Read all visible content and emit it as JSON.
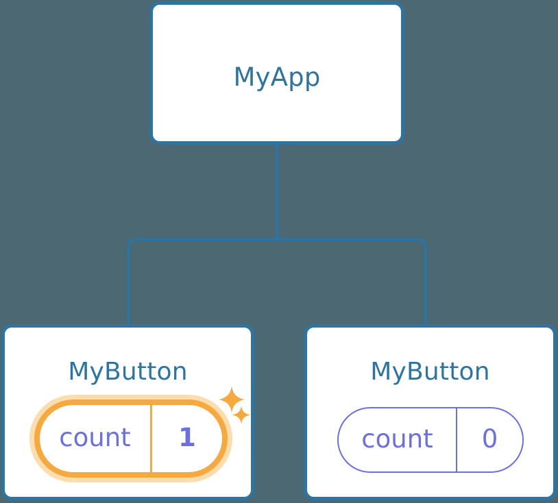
{
  "theme": {
    "background": "#4C6873",
    "card_background": "#FFFFFF",
    "card_border": "#2E74A0",
    "connector": "#2E74A0",
    "title_text": "#2E74A0",
    "state_text": "#6B6FE0",
    "highlight_ring": "#F5A93F",
    "highlight_glow": "#FBDDAE",
    "sparkle": "#F5A93F"
  },
  "tree": {
    "root": {
      "title": "MyApp"
    },
    "children": [
      {
        "title": "MyButton",
        "highlighted": true,
        "state": {
          "key": "count",
          "value": "1"
        },
        "sparkles": [
          {
            "name": "sparkle-large"
          },
          {
            "name": "sparkle-small"
          }
        ]
      },
      {
        "title": "MyButton",
        "highlighted": false,
        "state": {
          "key": "count",
          "value": "0"
        }
      }
    ]
  }
}
